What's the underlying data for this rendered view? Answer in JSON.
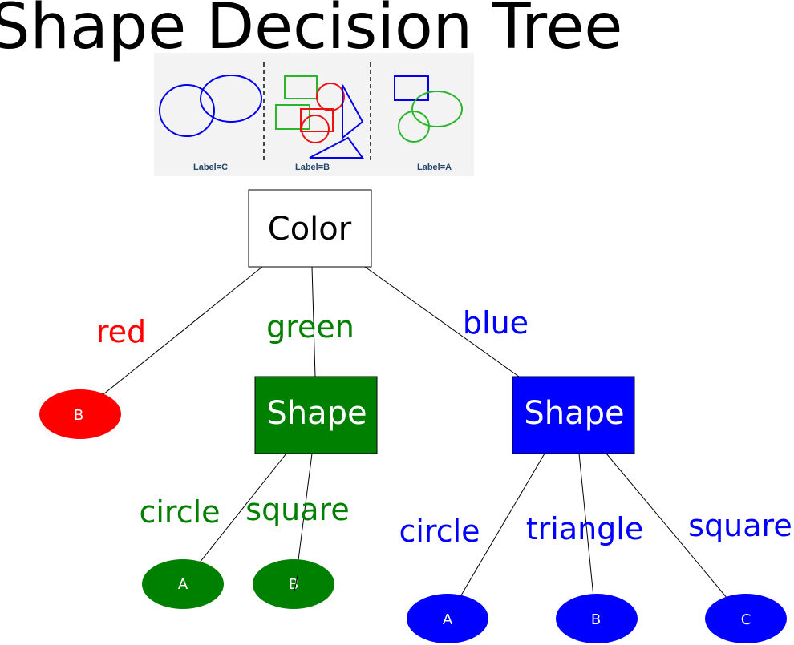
{
  "title": "Shape Decision Tree",
  "colors": {
    "red": "#ff0000",
    "green": "#008000",
    "blue": "#0000ff"
  },
  "thumbnail": {
    "labels": [
      "Label=C",
      "Label=B",
      "Label=A"
    ]
  },
  "tree": {
    "root": {
      "label": "Color"
    },
    "edges": {
      "red": "red",
      "green": "green",
      "blue": "blue",
      "green_circle": "circle",
      "green_square": "square",
      "blue_circle": "circle",
      "blue_triangle": "triangle",
      "blue_square": "square"
    },
    "green_node": {
      "label": "Shape"
    },
    "blue_node": {
      "label": "Shape"
    },
    "leaves": {
      "red": "B",
      "green_circle": "A",
      "green_square": "B",
      "blue_circle": "A",
      "blue_triangle": "B",
      "blue_square": "C"
    }
  }
}
